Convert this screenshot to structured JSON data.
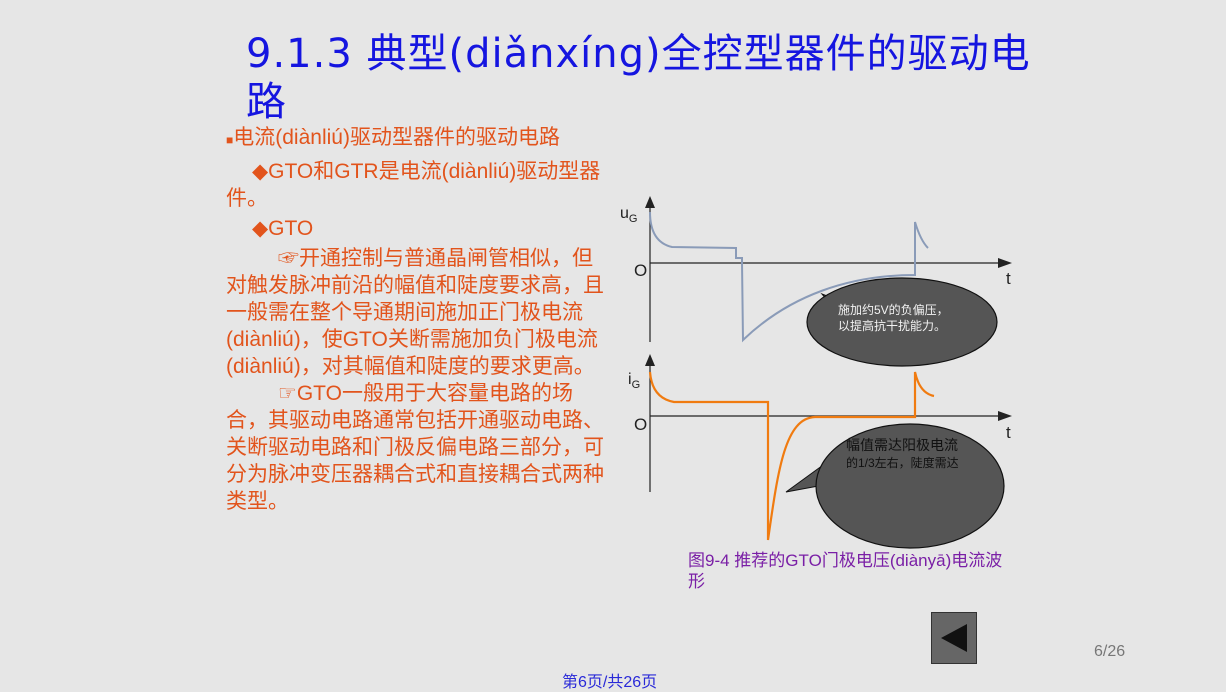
{
  "title": "9.1.3  典型(diǎnxíng)全控型器件的驱动电路",
  "body": {
    "bullet_main": "电流(diànliú)驱动型器件的驱动电路",
    "bullet_sub1": "◆GTO和GTR是电流(diànliú)驱动型器件。",
    "bullet_sub2": "◆GTO",
    "para1": "☞开通控制与普通晶闸管相似，但对触发脉冲前沿的幅值和陡度要求高，且一般需在整个导通期间施加正门极电流(diànliú)，使GTO关断需施加负门极电流(diànliú)，对其幅值和陡度的要求更高。",
    "para2": "☞GTO一般用于大容量电路的场合，其驱动电路通常包括开通驱动电路、关断驱动电路和门极反偏电路三部分，可分为脉冲变压器耦合式和直接耦合式两种类型。"
  },
  "figure": {
    "ug_label_main": "u",
    "ug_label_sub": "G",
    "ig_label_main": "i",
    "ig_label_sub": "G",
    "origin_top": "O",
    "origin_bottom": "O",
    "t_top": "t",
    "t_bottom": "t",
    "callout1_line1": "施加约5V的负偏压，",
    "callout1_line2": "以提高抗干扰能力。",
    "callout2_line1": "幅值需达阳极电流",
    "callout2_line2": "的1/3左右，陡度需达",
    "colors": {
      "ug_wave": "#8a9bb8",
      "ig_wave": "#f07b10",
      "callout": "#555555"
    }
  },
  "caption": "图9-4 推荐的GTO门极电压(diànyā)电流波形",
  "nav": {
    "icon": "triangle-left-icon"
  },
  "page_number": "6/26",
  "footer": "第6页/共26页"
}
